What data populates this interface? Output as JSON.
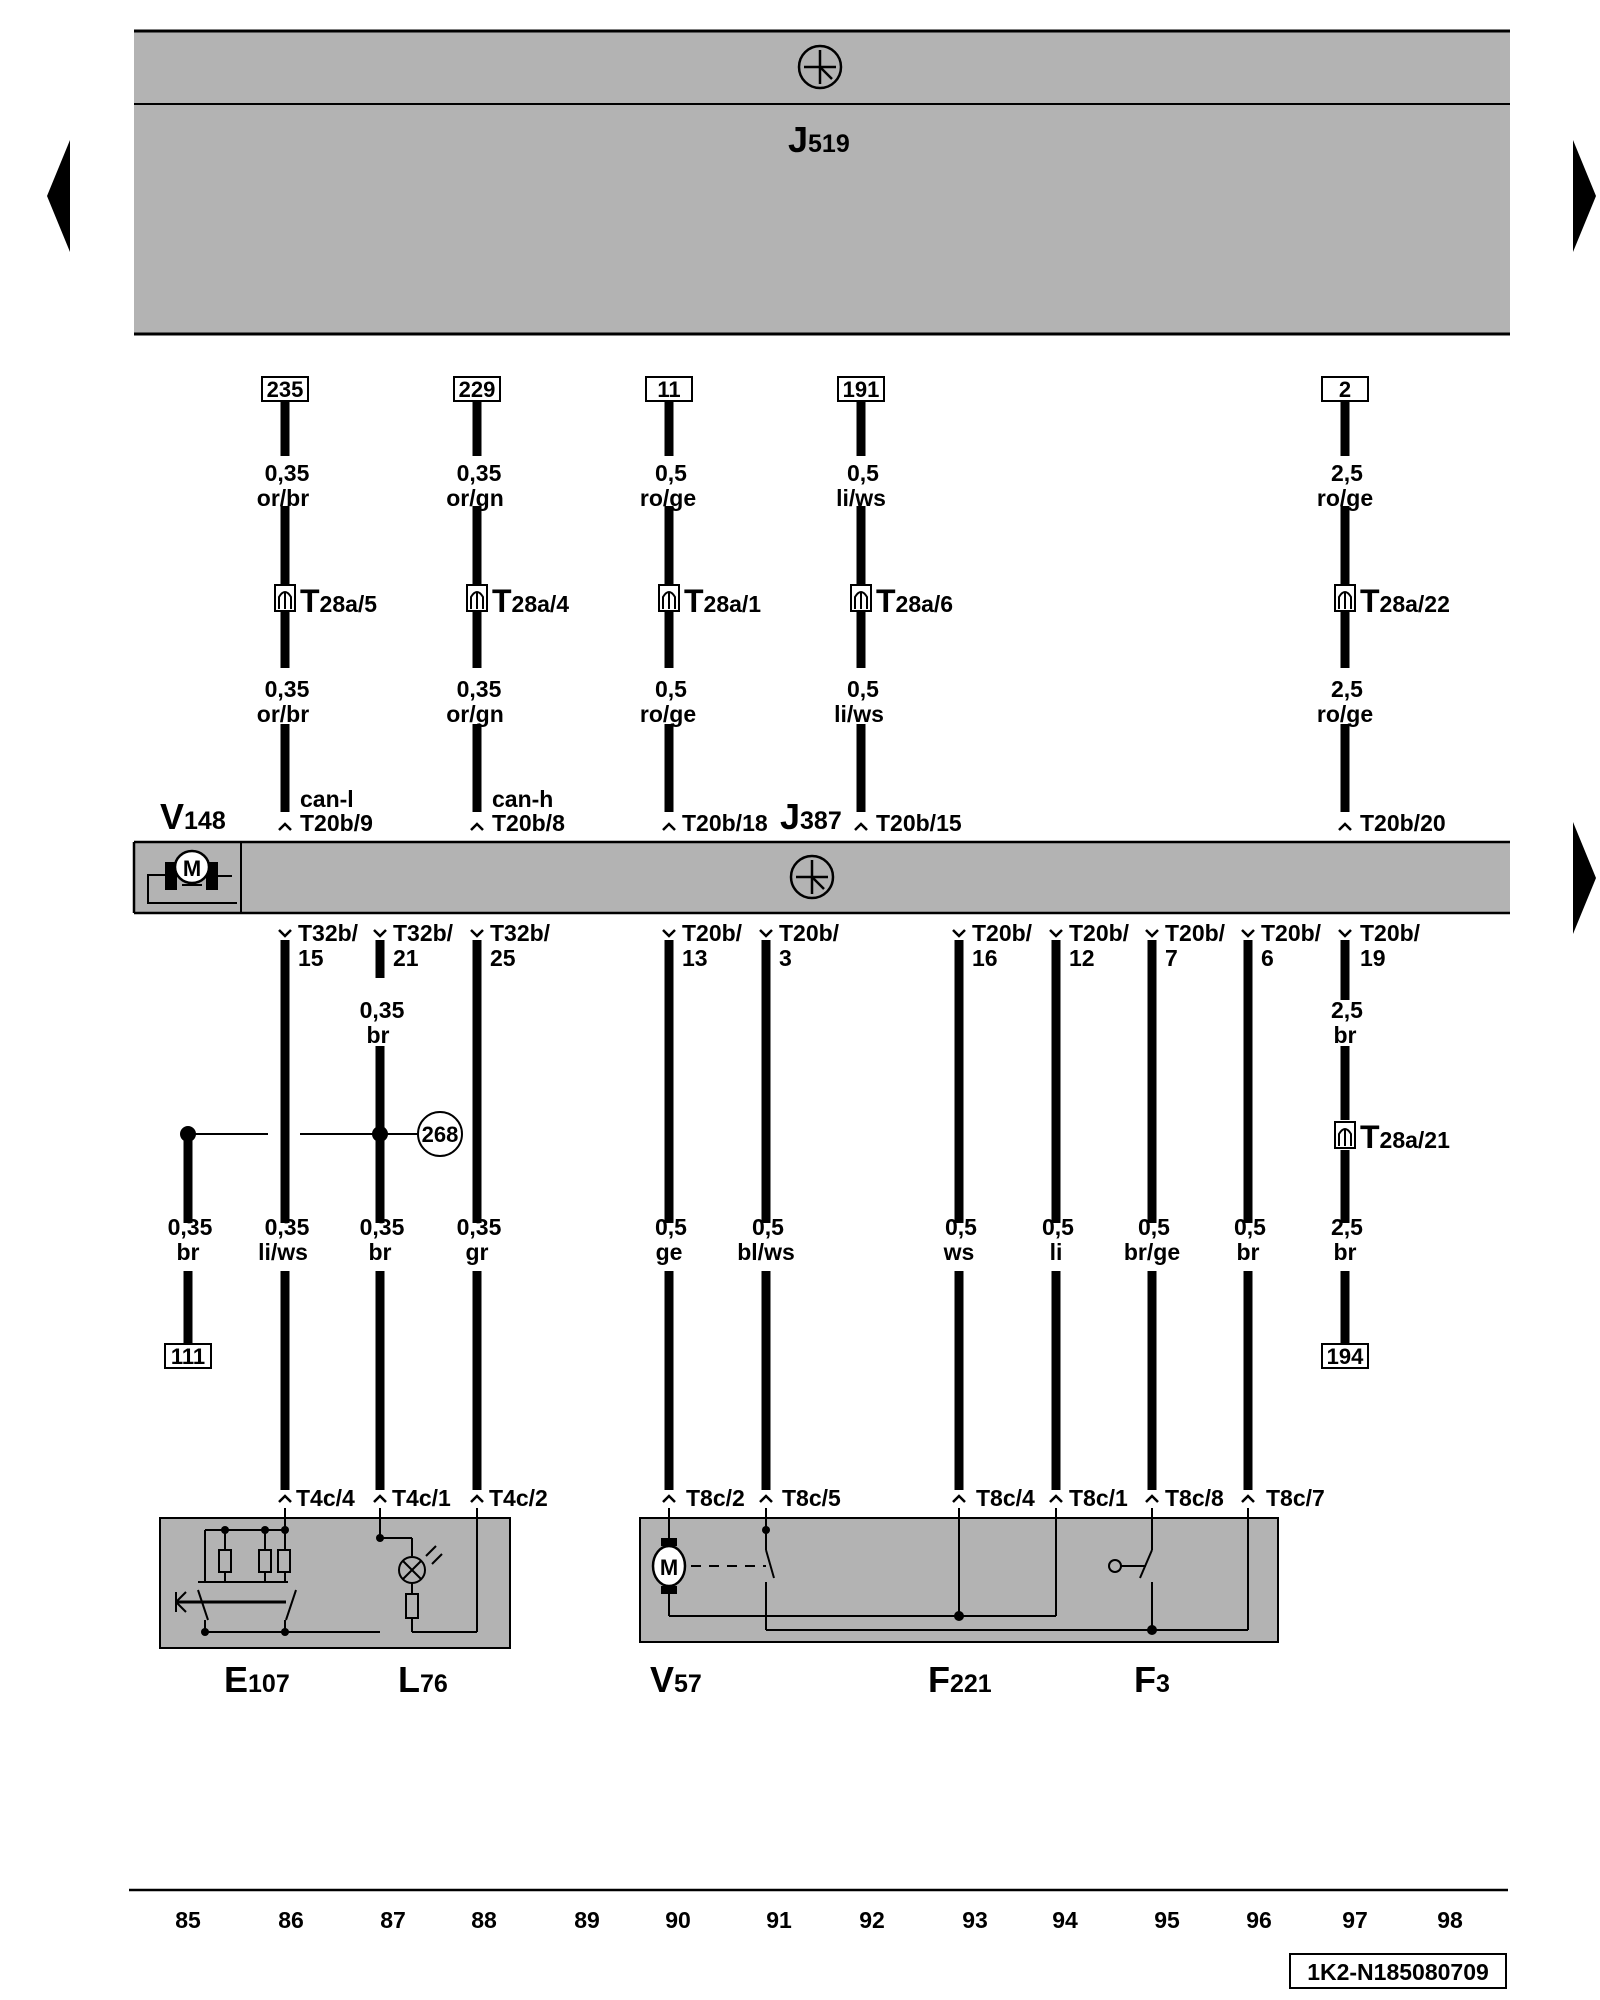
{
  "header_module": {
    "letter": "J",
    "number": "519"
  },
  "main_module": {
    "letter": "J",
    "number": "387"
  },
  "motor_v148": {
    "letter": "V",
    "number": "148"
  },
  "refs_top": [
    "235",
    "229",
    "11",
    "191",
    "2"
  ],
  "refs_bottom": [
    "111",
    "194"
  ],
  "ref_circle": "268",
  "top_wires": [
    {
      "size": "0,35",
      "color": "or/br",
      "size2": "0,35",
      "color2": "or/br",
      "conn_l": "T",
      "conn_s": "28a/5",
      "term1": "can-l",
      "term2": "T20b/9"
    },
    {
      "size": "0,35",
      "color": "or/gn",
      "size2": "0,35",
      "color2": "or/gn",
      "conn_l": "T",
      "conn_s": "28a/4",
      "term1": "can-h",
      "term2": "T20b/8"
    },
    {
      "size": "0,5",
      "color": "ro/ge",
      "size2": "0,5",
      "color2": "ro/ge",
      "conn_l": "T",
      "conn_s": "28a/1",
      "term1": "",
      "term2": "T20b/18"
    },
    {
      "size": "0,5",
      "color": "li/ws",
      "size2": "0,5",
      "color2": "li/ws",
      "conn_l": "T",
      "conn_s": "28a/6",
      "term1": "",
      "term2": "T20b/15"
    },
    {
      "size": "2,5",
      "color": "ro/ge",
      "size2": "2,5",
      "color2": "ro/ge",
      "conn_l": "T",
      "conn_s": "28a/22",
      "term1": "",
      "term2": "T20b/20"
    }
  ],
  "bottom_pins": [
    {
      "a": "T32b/",
      "b": "15"
    },
    {
      "a": "T32b/",
      "b": "21"
    },
    {
      "a": "T32b/",
      "b": "25"
    },
    {
      "a": "T20b/",
      "b": "13"
    },
    {
      "a": "T20b/",
      "b": "3"
    },
    {
      "a": "T20b/",
      "b": "16"
    },
    {
      "a": "T20b/",
      "b": "12"
    },
    {
      "a": "T20b/",
      "b": "7"
    },
    {
      "a": "T20b/",
      "b": "6"
    },
    {
      "a": "T20b/",
      "b": "19"
    }
  ],
  "mid_labels": [
    {
      "size": "0,35",
      "color": "br"
    },
    {
      "size": "2,5",
      "color": "br"
    }
  ],
  "connector_t28a21": {
    "letter": "T",
    "sub": "28a/21"
  },
  "lower_labels": [
    {
      "size": "0,35",
      "color": "br"
    },
    {
      "size": "0,35",
      "color": "li/ws"
    },
    {
      "size": "0,35",
      "color": "br"
    },
    {
      "size": "0,35",
      "color": "gr"
    },
    {
      "size": "0,5",
      "color": "ge"
    },
    {
      "size": "0,5",
      "color": "bl/ws"
    },
    {
      "size": "0,5",
      "color": "ws"
    },
    {
      "size": "0,5",
      "color": "li"
    },
    {
      "size": "0,5",
      "color": "br/ge"
    },
    {
      "size": "0,5",
      "color": "br"
    },
    {
      "size": "2,5",
      "color": "br"
    }
  ],
  "component_pins": [
    "T4c/4",
    "T4c/1",
    "T4c/2",
    "T8c/2",
    "T8c/5",
    "T8c/4",
    "T8c/1",
    "T8c/8",
    "T8c/7"
  ],
  "components": [
    {
      "letter": "E",
      "number": "107"
    },
    {
      "letter": "L",
      "number": "76"
    },
    {
      "letter": "V",
      "number": "57"
    },
    {
      "letter": "F",
      "number": "221"
    },
    {
      "letter": "F",
      "number": "3"
    }
  ],
  "columns": [
    "85",
    "86",
    "87",
    "88",
    "89",
    "90",
    "91",
    "92",
    "93",
    "94",
    "95",
    "96",
    "97",
    "98"
  ],
  "doc_id": "1K2-N185080709",
  "colors": {
    "module_fill": "#b3b3b3",
    "wire": "#000000",
    "background": "#ffffff"
  }
}
